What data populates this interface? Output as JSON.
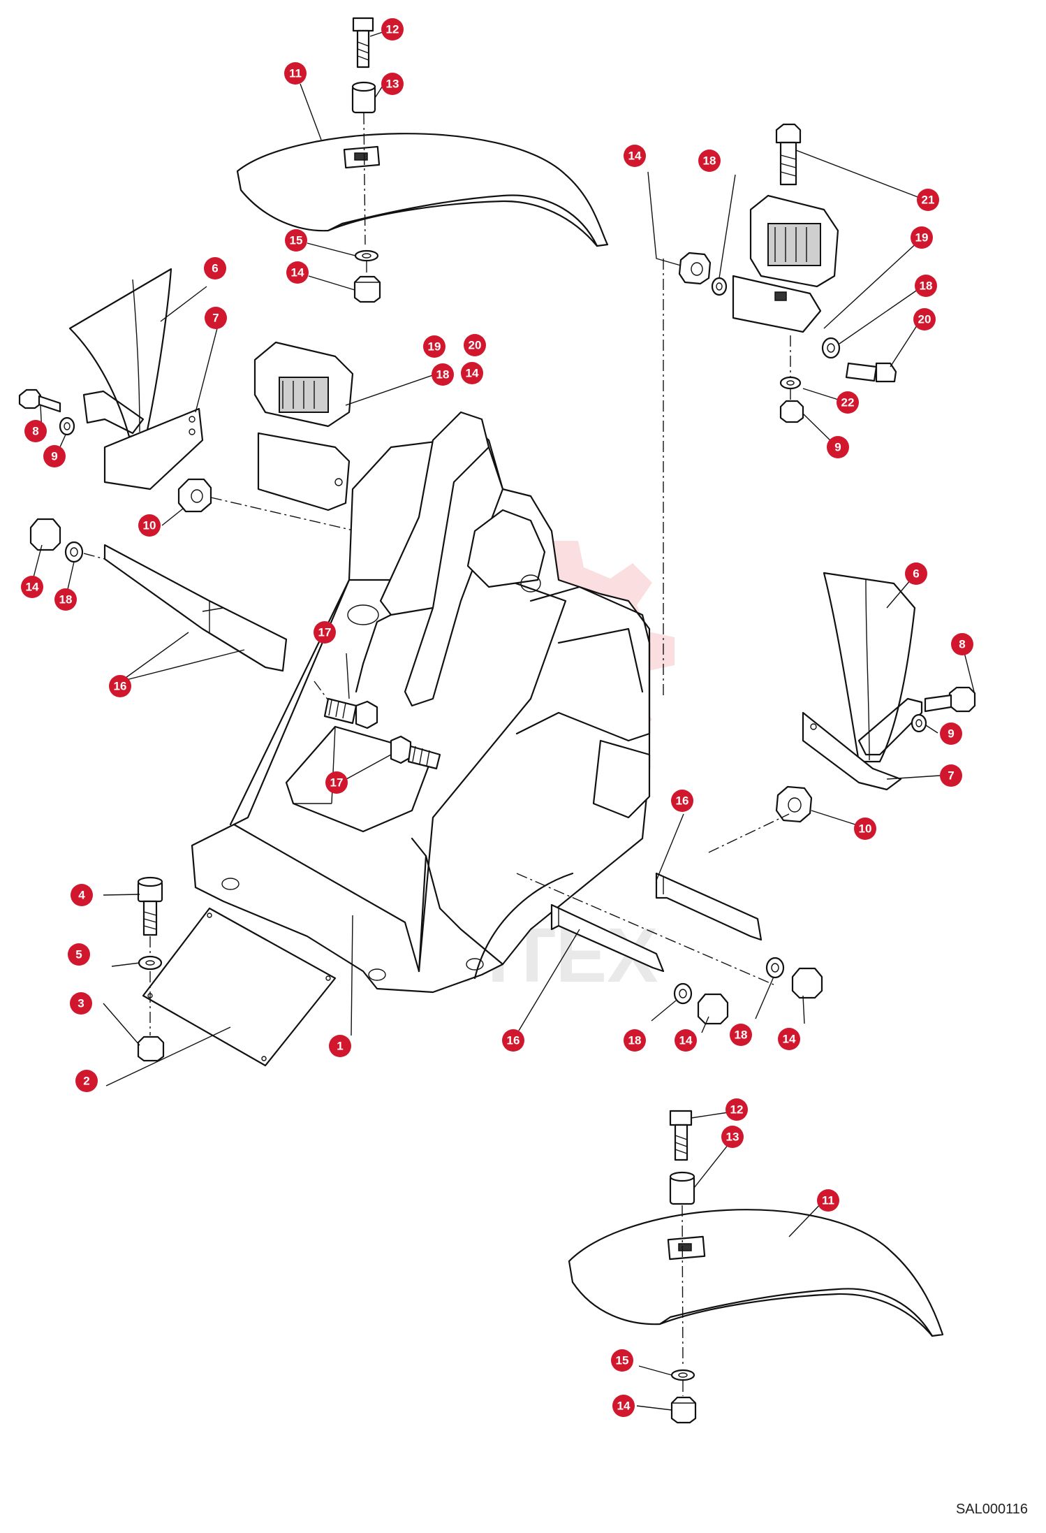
{
  "figure": {
    "reference_code": "SAL000116",
    "watermark_text": "ИНТЕХ",
    "colors": {
      "callout": "#d1172d",
      "watermark": "#f2a3a9",
      "line": "#111111"
    }
  },
  "callouts": [
    {
      "id": "c-12-top",
      "label": "12"
    },
    {
      "id": "c-13-top",
      "label": "13"
    },
    {
      "id": "c-11-top",
      "label": "11"
    },
    {
      "id": "c-15-top",
      "label": "15"
    },
    {
      "id": "c-14-top",
      "label": "14"
    },
    {
      "id": "c-6-left",
      "label": "6"
    },
    {
      "id": "c-7-left",
      "label": "7"
    },
    {
      "id": "c-8-left",
      "label": "8"
    },
    {
      "id": "c-9-left",
      "label": "9"
    },
    {
      "id": "c-10-left",
      "label": "10"
    },
    {
      "id": "c-14-left",
      "label": "14"
    },
    {
      "id": "c-18-left",
      "label": "18"
    },
    {
      "id": "c-16-left",
      "label": "16"
    },
    {
      "id": "c-19-mid",
      "label": "19"
    },
    {
      "id": "c-20-mid",
      "label": "20"
    },
    {
      "id": "c-18-mid",
      "label": "18"
    },
    {
      "id": "c-14-mid",
      "label": "14"
    },
    {
      "id": "c-17-upper",
      "label": "17"
    },
    {
      "id": "c-17-lower",
      "label": "17"
    },
    {
      "id": "c-14-tr",
      "label": "14"
    },
    {
      "id": "c-18-tr",
      "label": "18"
    },
    {
      "id": "c-21-tr",
      "label": "21"
    },
    {
      "id": "c-19-tr",
      "label": "19"
    },
    {
      "id": "c-18-tr2",
      "label": "18"
    },
    {
      "id": "c-20-tr",
      "label": "20"
    },
    {
      "id": "c-22-tr",
      "label": "22"
    },
    {
      "id": "c-9-tr",
      "label": "9"
    },
    {
      "id": "c-6-right",
      "label": "6"
    },
    {
      "id": "c-8-right",
      "label": "8"
    },
    {
      "id": "c-9-right",
      "label": "9"
    },
    {
      "id": "c-7-right",
      "label": "7"
    },
    {
      "id": "c-10-right",
      "label": "10"
    },
    {
      "id": "c-16-right",
      "label": "16"
    },
    {
      "id": "c-4",
      "label": "4"
    },
    {
      "id": "c-5",
      "label": "5"
    },
    {
      "id": "c-3",
      "label": "3"
    },
    {
      "id": "c-2",
      "label": "2"
    },
    {
      "id": "c-1",
      "label": "1"
    },
    {
      "id": "c-16-bottom",
      "label": "16"
    },
    {
      "id": "c-18-bl",
      "label": "18"
    },
    {
      "id": "c-14-bl",
      "label": "14"
    },
    {
      "id": "c-18-br",
      "label": "18"
    },
    {
      "id": "c-14-br",
      "label": "14"
    },
    {
      "id": "c-12-bottom",
      "label": "12"
    },
    {
      "id": "c-13-bottom",
      "label": "13"
    },
    {
      "id": "c-11-bottom",
      "label": "11"
    },
    {
      "id": "c-15-bottom",
      "label": "15"
    },
    {
      "id": "c-14-bottom",
      "label": "14"
    }
  ]
}
